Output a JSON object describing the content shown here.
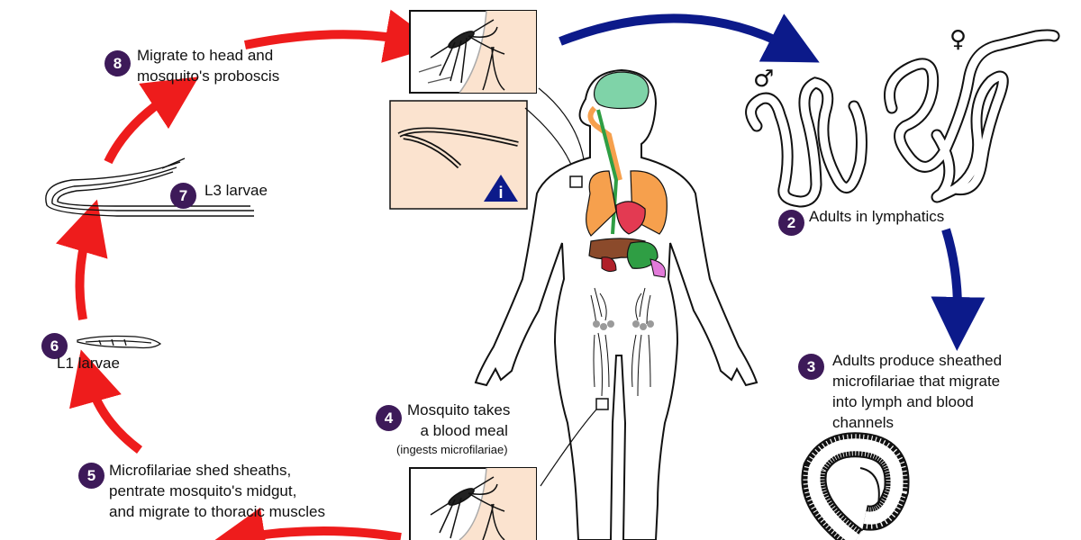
{
  "steps": [
    {
      "number": "2",
      "text": "Adults in lymphatics"
    },
    {
      "number": "3",
      "lines": [
        "Adults produce sheathed",
        "microfilariae that migrate",
        "into lymph and blood",
        "channels"
      ]
    },
    {
      "number": "4",
      "lines": [
        "Mosquito takes",
        "a blood meal"
      ],
      "note": "(ingests microfilariae)"
    },
    {
      "number": "5",
      "lines": [
        "Microfilariae shed sheaths,",
        "pentrate mosquito's midgut,",
        "and migrate to thoracic muscles"
      ]
    },
    {
      "number": "6",
      "text": "L1 larvae"
    },
    {
      "number": "7",
      "text": "L3 larvae"
    },
    {
      "number": "8",
      "lines": [
        "Migrate to head and",
        "mosquito's proboscis"
      ]
    }
  ],
  "symbols": {
    "male": "♂",
    "female": "♀",
    "info": "i"
  },
  "colors": {
    "step_badge": "#3d1a59",
    "mosquito_stage_arrow": "#ee1c1c",
    "human_stage_arrow": "#0c1a8a",
    "info_panel": "#fbe3cf",
    "info_triangle": "#0c1a8a",
    "brain": "#7fd3a8",
    "lungs": "#f6a04d",
    "heart": "#e33a52",
    "liver": "#8b4a2b",
    "stomach": "#2f9e44",
    "kidney": "#b0202a",
    "intestine": "#e27ad9",
    "lymph_nodes": "#9a9a9a"
  }
}
